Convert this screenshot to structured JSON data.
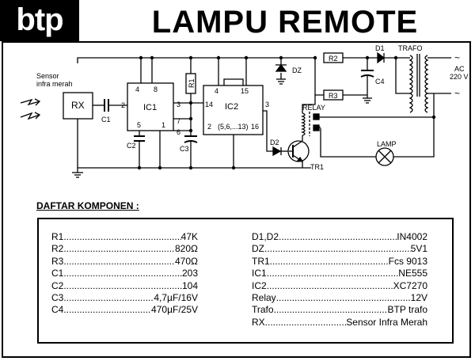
{
  "header": {
    "logo": "btp",
    "title": "LAMPU REMOTE"
  },
  "schematic": {
    "sensor_label_1": "Sensor",
    "sensor_label_2": "infra merah",
    "rx": "RX",
    "c1": "C1",
    "ic1": "IC1",
    "ic1_pins": {
      "p4": "4",
      "p8": "8",
      "p2": "2",
      "p3": "3",
      "p5": "5",
      "p1": "1",
      "p7": "7",
      "p6": "6"
    },
    "c2": "C2",
    "c3": "C3",
    "r1": "R1",
    "ic2": "IC2",
    "ic2_pins": {
      "p14": "14",
      "p4": "4",
      "p15": "15",
      "p2": "2",
      "p_mid": "(5,6,...13)",
      "p16": "16",
      "p3": "3"
    },
    "dz": "DZ",
    "r2": "R2",
    "r3": "R3",
    "d1": "D1",
    "c4": "C4",
    "trafo": "TRAFO",
    "ac_1": "AC",
    "ac_2": "220 V",
    "relay": "RELAY",
    "d2": "D2",
    "tr1": "TR1",
    "lamp": "LAMP"
  },
  "components": {
    "heading": "DAFTAR KOMPONEN :",
    "left": [
      {
        "label": "R1",
        "value": "47K"
      },
      {
        "label": "R2",
        "value": "820Ω"
      },
      {
        "label": "R3",
        "value": "470Ω"
      },
      {
        "label": "C1",
        "value": "203"
      },
      {
        "label": "C2",
        "value": "104"
      },
      {
        "label": "C3",
        "value": "4,7µF/16V"
      },
      {
        "label": "C4",
        "value": "470µF/25V"
      }
    ],
    "right": [
      {
        "label": "D1,D2",
        "value": "IN4002"
      },
      {
        "label": "DZ",
        "value": "5V1"
      },
      {
        "label": "TR1",
        "value": "Fcs 9013"
      },
      {
        "label": "IC1",
        "value": "NE555"
      },
      {
        "label": "IC2",
        "value": "XC7270"
      },
      {
        "label": "Relay",
        "value": "12V"
      },
      {
        "label": "Trafo",
        "value": "BTP trafo"
      },
      {
        "label": "RX",
        "value": "Sensor Infra Merah"
      }
    ]
  }
}
